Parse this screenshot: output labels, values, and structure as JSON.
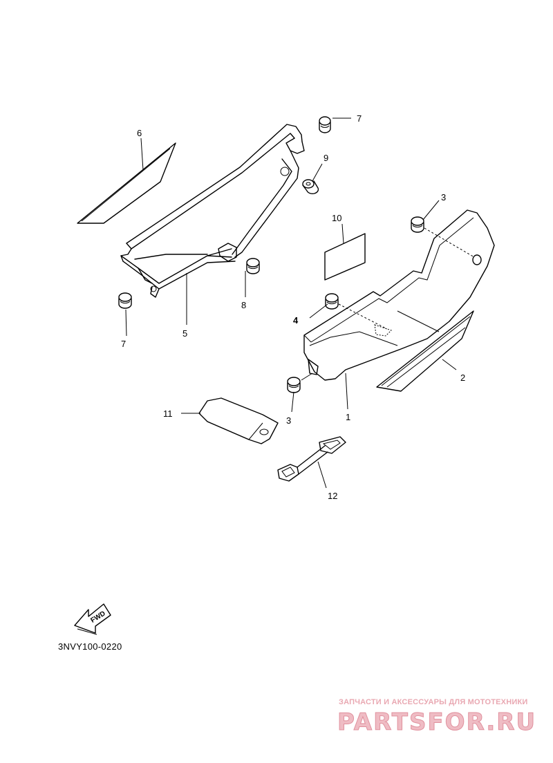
{
  "diagram": {
    "callouts": [
      {
        "label": "1"
      },
      {
        "label": "2"
      },
      {
        "label": "3"
      },
      {
        "label": "3"
      },
      {
        "label": "4"
      },
      {
        "label": "5"
      },
      {
        "label": "6"
      },
      {
        "label": "7"
      },
      {
        "label": "7"
      },
      {
        "label": "8"
      },
      {
        "label": "9"
      },
      {
        "label": "10"
      },
      {
        "label": "11"
      },
      {
        "label": "12"
      }
    ],
    "fwd_label": "FWD",
    "diagram_code": "3NVY100-0220"
  },
  "watermark": {
    "tagline": "ЗАПЧАСТИ И АКСЕССУАРЫ ДЛЯ МОТОТЕХНИКИ",
    "logo": "PARTSFOR.RU",
    "color": "#e9a8b2"
  }
}
